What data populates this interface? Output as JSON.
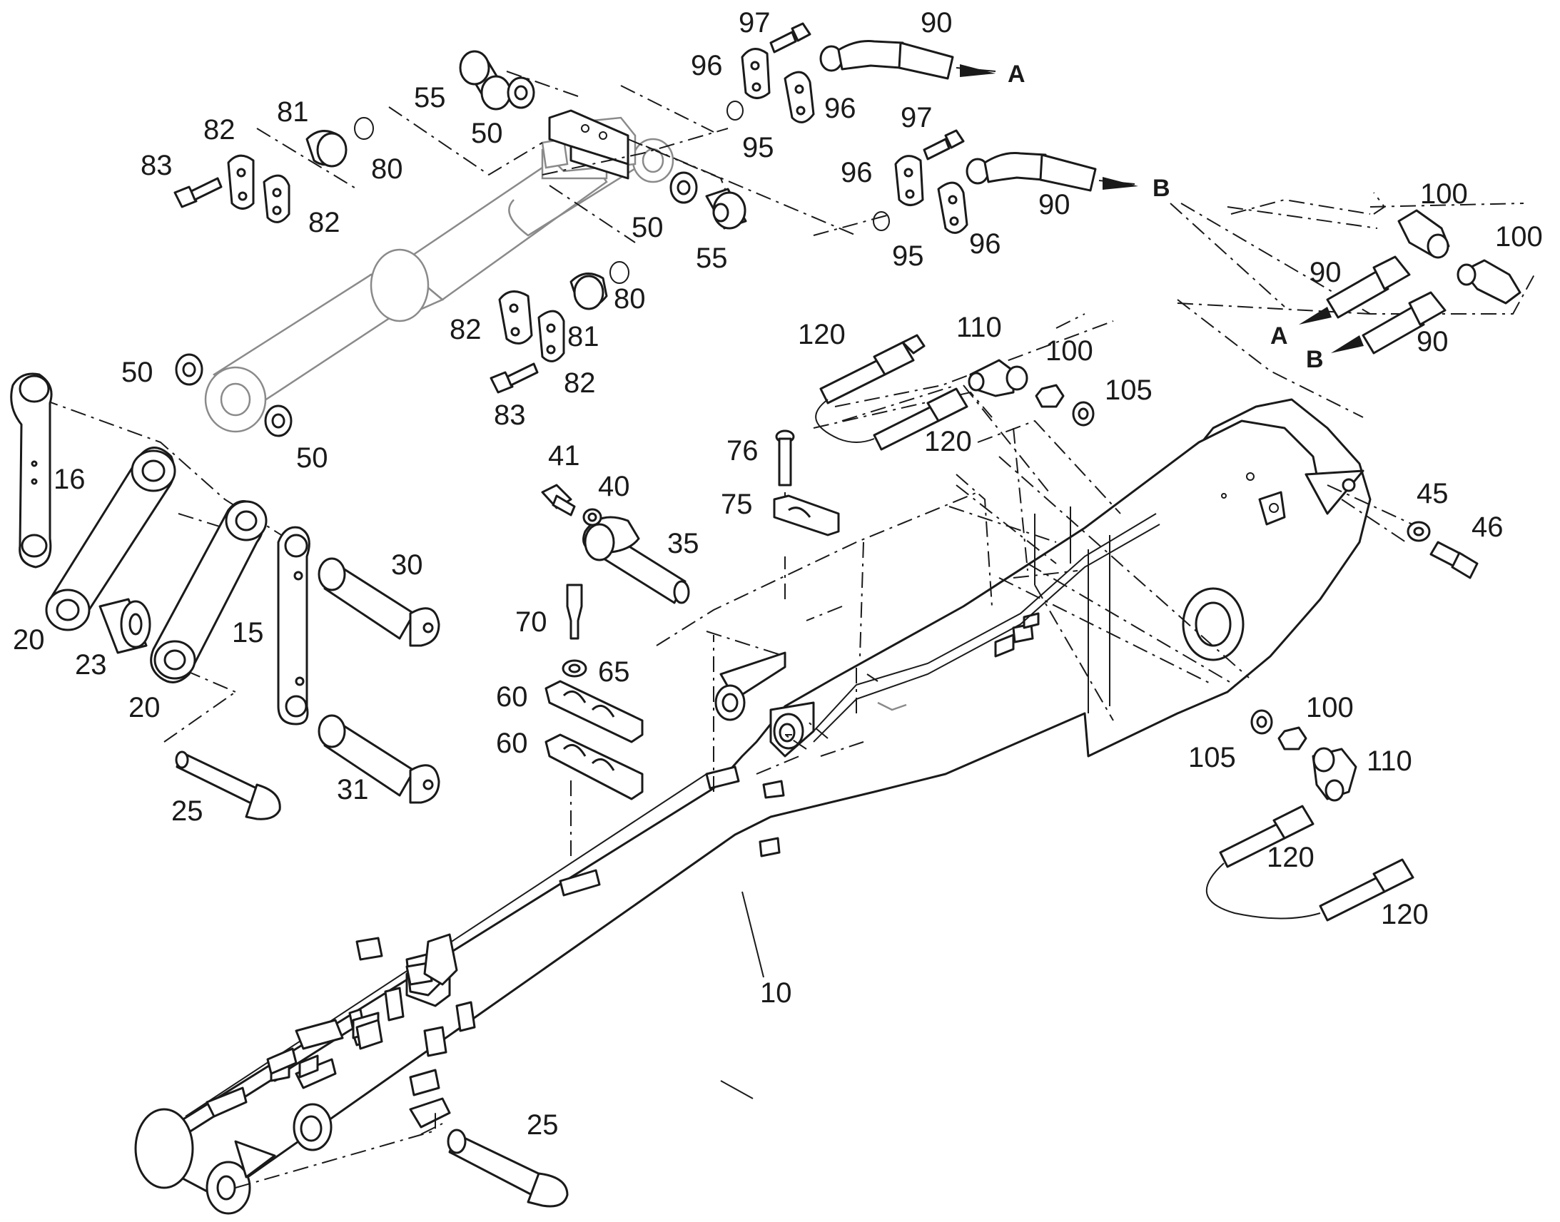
{
  "labels": {
    "l10": "10",
    "l15": "15",
    "l16": "16",
    "l20a": "20",
    "l20b": "20",
    "l23": "23",
    "l25a": "25",
    "l25b": "25",
    "l30": "30",
    "l31": "31",
    "l35": "35",
    "l40": "40",
    "l41": "41",
    "l45": "45",
    "l46": "46",
    "l50a": "50",
    "l50b": "50",
    "l50c": "50",
    "l50d": "50",
    "l55a": "55",
    "l55b": "55",
    "l60a": "60",
    "l60b": "60",
    "l65": "65",
    "l70": "70",
    "l75": "75",
    "l76": "76",
    "l80a": "80",
    "l80b": "80",
    "l81a": "81",
    "l81b": "81",
    "l82a": "82",
    "l82b": "82",
    "l82c": "82",
    "l82d": "82",
    "l83a": "83",
    "l83b": "83",
    "l90a": "90",
    "l90b": "90",
    "l90c": "90",
    "l90d": "90",
    "l95a": "95",
    "l95b": "95",
    "l96a": "96",
    "l96b": "96",
    "l96c": "96",
    "l96d": "96",
    "l97a": "97",
    "l97b": "97",
    "l100a": "100",
    "l100b": "100",
    "l100c": "100",
    "l100d": "100",
    "l105a": "105",
    "l105b": "105",
    "l110a": "110",
    "l110b": "110",
    "l120a": "120",
    "l120b": "120",
    "l120c": "120",
    "l120d": "120",
    "arrowA1": "A",
    "arrowB1": "B",
    "arrowA2": "A",
    "arrowB2": "B"
  }
}
